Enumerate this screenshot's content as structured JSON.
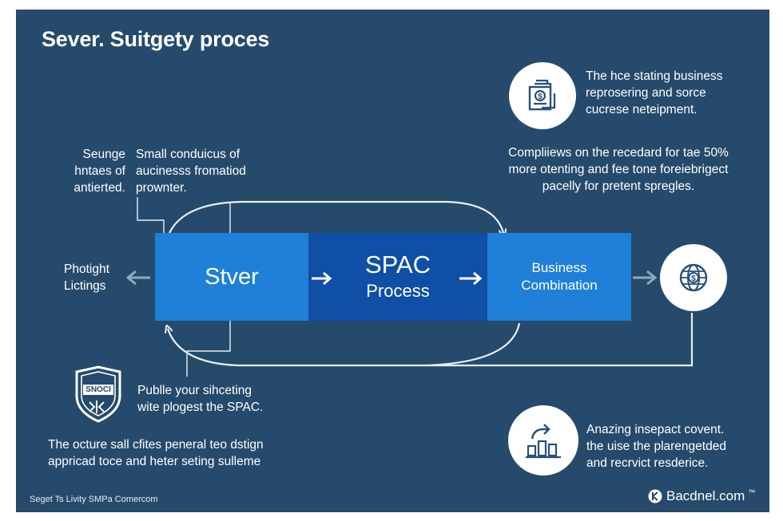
{
  "title": "Sever. Suitgety proces",
  "left_top": {
    "col1": [
      "Seunge",
      "hntaes of",
      "antierted."
    ],
    "col2": [
      "Small conduicus of",
      "aucinesss fromatiod",
      "prownter."
    ]
  },
  "right_top": {
    "lines": [
      "The hce stating business",
      "reprosering and sorce",
      "cucrese neteipment."
    ]
  },
  "right_mid": {
    "lines": [
      "Compliiews on the recedard for tae 50%",
      "more otenting and fee tone foreiebrigect",
      "pacelly for pretent spregles."
    ]
  },
  "left_side": {
    "lines": [
      "Photight",
      "Lictings"
    ]
  },
  "flow": {
    "box1": "Stver",
    "box2_line1": "SPAC",
    "box2_line2": "Process",
    "box3_line1": "Business",
    "box3_line2": "Combination"
  },
  "bottom_left": {
    "badge_text": "SNOCI",
    "shield_lines": [
      "Publle your sihceting",
      "wite plogest the SPAC."
    ],
    "note_lines": [
      "The octure sall cfites peneral teo dstign",
      "appricad toce and heter seting sulleme"
    ]
  },
  "bottom_right": {
    "lines": [
      "Anazing insepact covent.",
      "the uise the plarengetded",
      "and recrvict resderice."
    ]
  },
  "footer": {
    "left": "Seget Ts Livity SMPa Comercom",
    "right": "Bacdnel.com",
    "right_mark": "™"
  },
  "colors": {
    "panel": "#264a6b",
    "box_light": "#1f7fd9",
    "box_dark": "#0f4fa6",
    "connector": "#e8eef5",
    "side_arrow": "#8fa9c2"
  },
  "icons": {
    "top_right": "money-document-icon",
    "right": "globe-dollar-icon",
    "bottom_right": "chart-arrow-icon",
    "bottom_left": "shield-badge-icon"
  }
}
